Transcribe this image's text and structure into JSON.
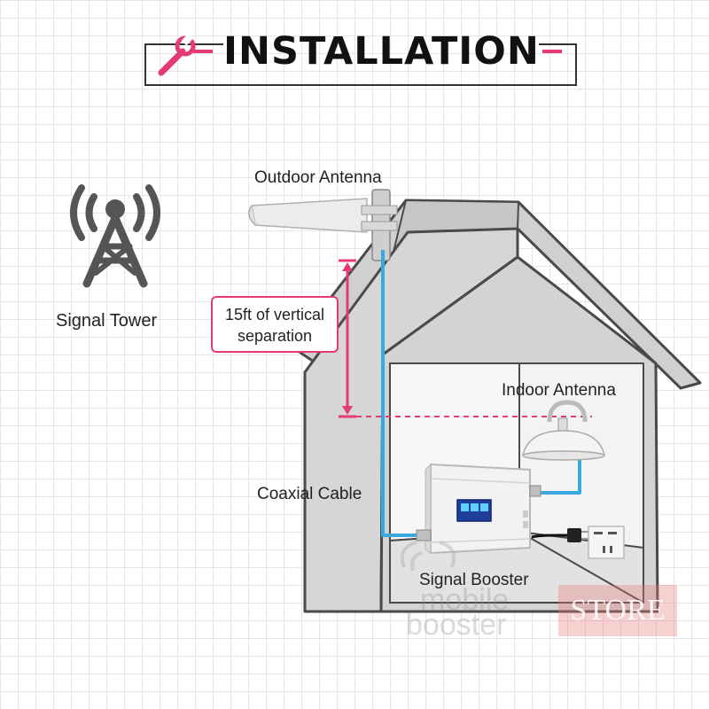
{
  "banner": {
    "title": "INSTALLATION",
    "icon": "wrench-icon"
  },
  "labels": {
    "outdoor_antenna": "Outdoor Antenna",
    "signal_tower": "Signal Tower",
    "vertical_separation_line1": "15ft of vertical",
    "vertical_separation_line2": "separation",
    "indoor_antenna": "Indoor Antenna",
    "coaxial_cable": "Coaxial Cable",
    "signal_booster": "Signal Booster"
  },
  "watermark": {
    "line1": "mobile",
    "line2": "booster",
    "store": "STORE"
  },
  "colors": {
    "accent": "#e43a76",
    "cable": "#3aa7de",
    "house_fill": "#d3d3d3",
    "outline": "#4a4a4a",
    "tower": "#555555"
  }
}
